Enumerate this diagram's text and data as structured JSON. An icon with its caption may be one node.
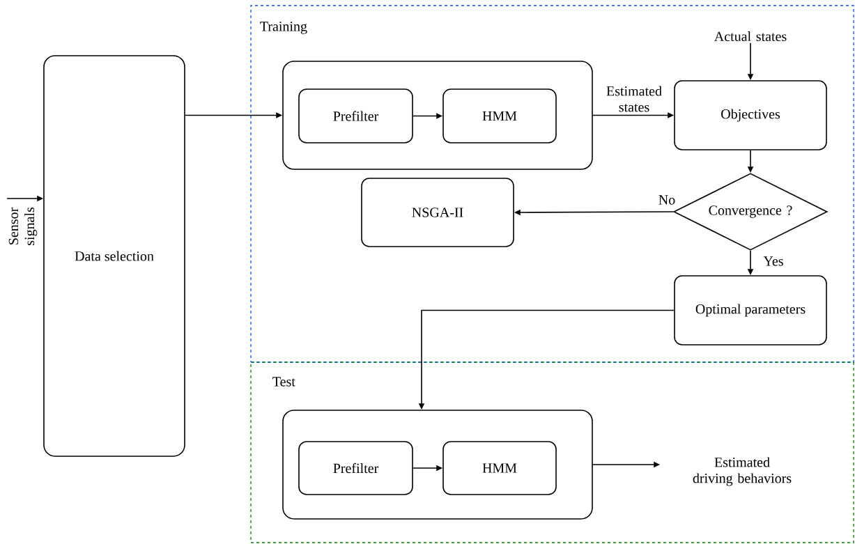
{
  "diagram": {
    "nodes": [
      {
        "text": [
          "Data selection"
        ]
      },
      {
        "text": [
          "Training"
        ]
      },
      {
        "text": [],
        "shape": "box",
        "in": 1
      },
      {
        "text": [
          "Prefilter"
        ],
        "in": 2
      },
      {
        "text": [
          "HMM"
        ],
        "in": 2
      },
      {
        "text": [
          "Actual states"
        ],
        "in": 1
      },
      {
        "text": [
          "Objectives"
        ],
        "in": 1
      },
      {
        "text": [
          "NSGA-II"
        ],
        "in": 1
      },
      {
        "text": [
          "Convergence ?"
        ],
        "in": 1
      },
      {
        "text": [
          "Optimal parameters"
        ],
        "in": 1
      },
      {
        "text": [
          "Test"
        ]
      },
      {
        "text": [],
        "shape": "box",
        "in": 10
      },
      {
        "text": [
          "Prefilter"
        ],
        "in": 11
      },
      {
        "text": [
          "HMM"
        ],
        "in": 11
      },
      {
        "text": [
          "Estimated driving behaviors"
        ],
        "in": 10
      }
    ],
    "edges": [
      {
        "from": null,
        "to": 0,
        "arrow": "to"
      },
      {
        "from": 0,
        "to": 2,
        "arrow": "to"
      },
      {
        "from": 3,
        "to": 4,
        "arrow": "to"
      },
      {
        "from": 2,
        "to": 6,
        "arrow": "to",
        "label": "Estimated states"
      },
      {
        "from": 5,
        "to": 6,
        "arrow": "to"
      },
      {
        "from": 6,
        "to": 8,
        "arrow": "to"
      },
      {
        "from": 8,
        "to": 7,
        "arrow": "to",
        "label": "No"
      },
      {
        "from": 8,
        "to": 9,
        "arrow": "to",
        "label": "Yes"
      },
      {
        "from": 9,
        "to": 11,
        "arrow": "to"
      },
      {
        "from": 12,
        "to": 13,
        "arrow": "to"
      },
      {
        "from": 11,
        "to": 14,
        "arrow": "to"
      }
    ],
    "labels": [
      "Sensor signals"
    ]
  }
}
